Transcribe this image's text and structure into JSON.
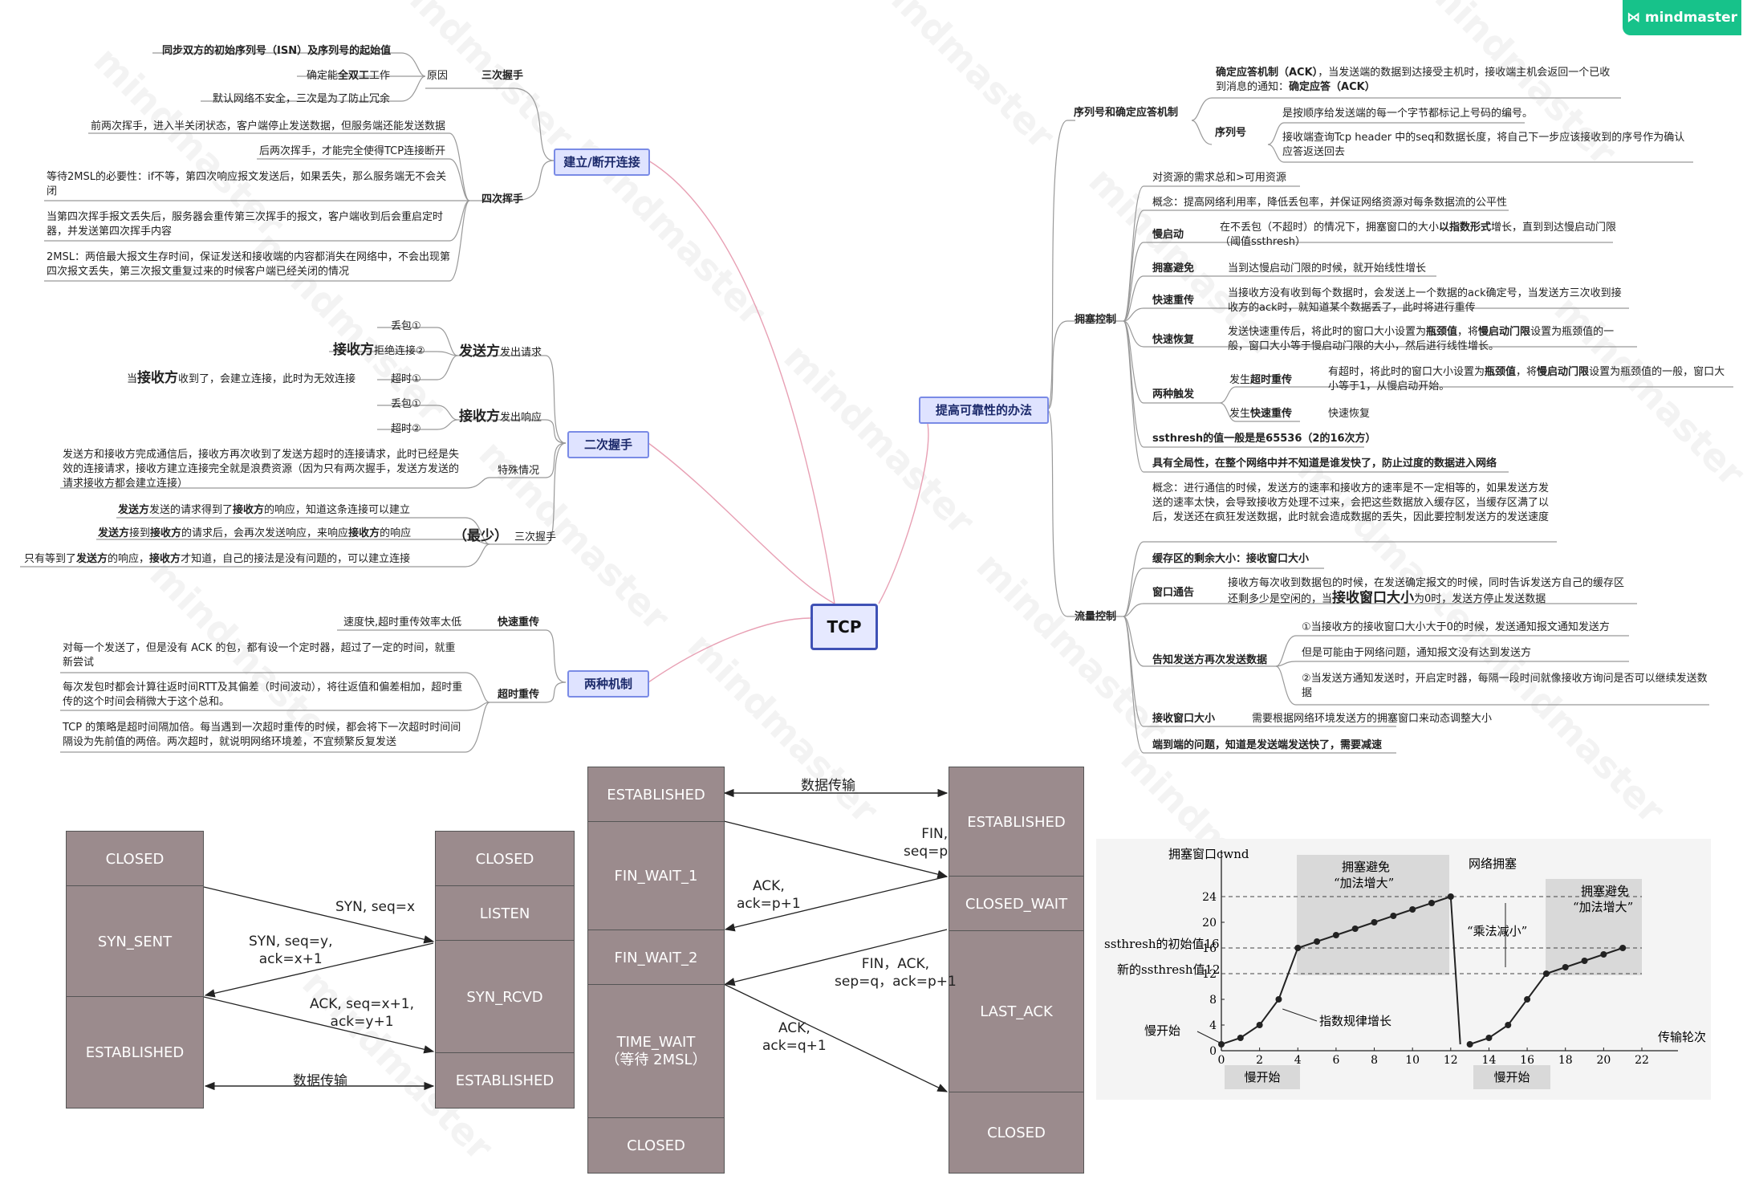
{
  "logo": "mindmaster",
  "watermark": "mindmaster",
  "center": "TCP",
  "topics": {
    "establish": "建立/断开连接",
    "two_way": "二次握手",
    "mech": "两种机制",
    "reliable": "提高可靠性的办法"
  },
  "establish": {
    "three": "三次握手",
    "reason": "原因",
    "r1": "同步双方的初始序列号（ISN）及序列号的起始值",
    "r2a": "确定能",
    "r2b": "全双工",
    "r2c": "工作",
    "r3": "默认网络不安全，三次是为了防止冗余",
    "four": "四次挥手",
    "f1": "前两次挥手，进入半关闭状态，客户端停止发送数据，但服务端还能发送数据",
    "f2": "后两次挥手，才能完全使得TCP连接断开",
    "f3": "等待2MSL的必要性：if不等，第四次响应报文发送后，如果丢失，那么服务端无不会关闭",
    "f4": "当第四次挥手报文丢失后，服务器会重传第三次挥手的报文，客户端收到后会重启定时器，并发送第四次挥手内容",
    "f5": "2MSL：两倍最大报文生存时间，保证发送和接收端的内容都消失在网络中，不会出现第四次报文丢失，第三次报文重复过来的时候客户端已经关闭的情况"
  },
  "two_way": {
    "sender_a": "发送方",
    "sender_b": "发出请求",
    "lost1": "丢包①",
    "refuse_a": "接收方",
    "refuse_b": "拒绝连接②",
    "timeout_a": "当",
    "timeout_b": "接收方",
    "timeout_c": "收到了，会建立连接，此时为无效连接",
    "timeout1": "超时①",
    "lost2": "丢包①",
    "timeout2": "超时②",
    "receiver_a": "接收方",
    "receiver_b": "发出响应",
    "special": "特殊情况",
    "special_text": "发送方和接收方完成通信后，接收方再次收到了发送方超时的连接请求，此时已经是失效的连接请求，接收方建立连接完全就是浪费资源（因为只有两次握手，发送方发送的请求接收方都会建立连接）",
    "least": "（最少）",
    "three": "三次握手",
    "t1a": "发送方",
    "t1b": "发送的请求得到了",
    "t1c": "接收方",
    "t1d": "的响应，知道这条连接可以建立",
    "t2a": "发送方",
    "t2b": "接到",
    "t2c": "接收方",
    "t2d": "的请求后，会再次发送响应，来响应",
    "t2e": "接收方",
    "t2f": "的响应",
    "t3a": "只有等到了",
    "t3b": "发送方",
    "t3c": "的响应，",
    "t3d": "接收方",
    "t3e": "才知道，自己的接法是没有问题的，可以建立连接"
  },
  "mech": {
    "fast": "快速重传",
    "fast_text": "速度快,超时重传效率太低",
    "timeout": "超时重传",
    "m1": "对每一个发送了，但是没有 ACK 的包，都有设一个定时器，超过了一定的时间，就重新尝试",
    "m2": "每次发包时都会计算往返时间RTT及其偏差（时间波动），将往返值和偏差相加，超时重传的这个时间会稍微大于这个总和。",
    "m3": "TCP 的策略是超时间隔加倍。每当遇到一次超时重传的时候，都会将下一次超时时间间隔设为先前值的两倍。两次超时，就说明网络环境差，不宜频繁反复发送"
  },
  "reliable": {
    "seq_ack": "序列号和确定应答机制",
    "ack_a": "确定应答机制（ACK）",
    "ack_b": "，当发送端的数据到达接受主机时，接收端主机会返回一个已收到消息的通知：",
    "ack_c": "确定应答（ACK）",
    "seqno": "序列号",
    "seq1": "是按顺序给发送端的每一个字节都标记上号码的编号。",
    "seq2": "接收端查询Tcp header 中的seq和数据长度，将自己下一步应该接收到的序号作为确认应答返送回去",
    "congestion": "拥塞控制",
    "c0": "对资源的需求总和>可用资源",
    "c1": "概念：提高网络利用率，降低丢包率，并保证网络资源对每条数据流的公平性",
    "slow": "慢启动",
    "slow_a": "在不丢包（不超时）的情况下，拥塞窗口的大小",
    "slow_b": "以指数形式",
    "slow_c": "增长，直到到达慢启动门限（阈值ssthresh）",
    "avoid": "拥塞避免",
    "avoid_text": "当到达慢启动门限的时候，就开始线性增长",
    "fr": "快速重传",
    "fr_text": "当接收方没有收到每个数据时，会发送上一个数据的ack确定号，当发送方三次收到接收方的ack时，就知道某个数据丢了，此时将进行重传",
    "frec": "快速恢复",
    "frec_a": "发送快速重传后，将此时的窗口大小设置为",
    "frec_b": "瓶颈值",
    "frec_c": "，将",
    "frec_d": "慢启动门限",
    "frec_e": "设置为瓶颈值的一般，窗口大小等于慢启动门限的大小，然后进行线性增长。",
    "two_trig": "两种触发",
    "tt1a": "发生",
    "tt1b": "超时重传",
    "tt1_text_a": "有超时，将此时的窗口大小设置为",
    "tt1_text_b": "瓶颈值",
    "tt1_text_c": "，将",
    "tt1_text_d": "慢启动门限",
    "tt1_text_e": "设置为瓶颈值的一般，窗口大小等于1，从慢启动开始。",
    "tt2a": "发生",
    "tt2b": "快速重传",
    "tt2_text": "快速恢复",
    "ssth": "ssthresh的值一般是是65536（2的16次方）",
    "global": "具有全局性，在整个网络中并不知道是谁发快了，防止过度的数据进入网络",
    "flow": "流量控制",
    "flow_concept": "概念：进行通信的时候，发送方的速率和接收方的速率是不一定相等的，如果发送方发送的速率太快，会导致接收方处理不过来，会把这些数据放入缓存区，当缓存区满了以后，发送还在疯狂发送数据，此时就会造成数据的丢失，因此要控制发送方的发送速度",
    "buf": "缓存区的剩余大小：接收窗口大小",
    "ann": "窗口通告",
    "ann_a": "接收方每次收到数据包的时候，在发送确定报文的时候，同时告诉发送方自己的缓存区还剩多少是空闲的，当",
    "ann_b": "接收窗口大小",
    "ann_c": "为0时，发送方停止发送数据",
    "notify": "告知发送方再次发送数据",
    "n1": "①当接收方的接收窗口大小大于0的时候，发送通知报文通知发送方",
    "n2": "但是可能由于网络问题，通知报文没有达到发送方",
    "n3": "②当发送方通知发送时，开启定时器，每隔一段时间就像接收方询问是否可以继续发送数据",
    "rwnd": "接收窗口大小",
    "rwnd_text": "需要根据网络环境发送方的拥塞窗口来动态调整大小",
    "e2e": "端到端的问题，知道是发送端发送快了，需要减速"
  },
  "handshake": {
    "client_states": [
      "CLOSED",
      "SYN_SENT",
      "ESTABLISHED"
    ],
    "server_states": [
      "CLOSED",
      "LISTEN",
      "SYN_RCVD",
      "ESTABLISHED"
    ],
    "msg1": "SYN, seq=x",
    "msg2a": "SYN, seq=y,",
    "msg2b": "ack=x+1",
    "msg3a": "ACK, seq=x+1,",
    "msg3b": "ack=y+1",
    "data": "数据传输"
  },
  "teardown": {
    "left_states": [
      "ESTABLISHED",
      "FIN_WAIT_1",
      "FIN_WAIT_2",
      "TIME_WAIT",
      "（等待 2MSL）",
      "CLOSED"
    ],
    "right_states": [
      "ESTABLISHED",
      "CLOSED_WAIT",
      "LAST_ACK",
      "CLOSED"
    ],
    "data": "数据传输",
    "fin1a": "FIN,",
    "fin1b": "seq=p",
    "ack1a": "ACK,",
    "ack1b": "ack=p+1",
    "fin2a": "FIN，ACK,",
    "fin2b": "sep=q，ack=p+1",
    "ack2a": "ACK,",
    "ack2b": "ack=q+1"
  },
  "chart_data": {
    "type": "line",
    "ylabel": "拥塞窗口cwnd",
    "xlabel": "传输轮次",
    "x_ticks": [
      0,
      2,
      4,
      6,
      8,
      10,
      12,
      14,
      16,
      18,
      20,
      22
    ],
    "y_ticks": [
      0,
      4,
      8,
      12,
      16,
      20,
      24
    ],
    "xlim": [
      0,
      22
    ],
    "ylim": [
      0,
      28
    ],
    "series": [
      {
        "x": [
          0,
          1,
          2,
          3,
          4,
          5,
          6,
          7,
          8,
          9,
          10,
          11,
          12,
          13,
          14,
          15,
          16,
          17,
          18,
          19,
          20,
          21
        ],
        "y": [
          1,
          2,
          4,
          8,
          16,
          17,
          18,
          19,
          20,
          21,
          22,
          23,
          24,
          1,
          2,
          4,
          8,
          12,
          13,
          14,
          15,
          16
        ]
      }
    ],
    "annotations": {
      "avoid1a": "拥塞避免",
      "avoid1b": "“加法增大”",
      "congest": "网络拥塞",
      "avoid2a": "拥塞避免",
      "avoid2b": "“加法增大”",
      "mult": "“乘法减小”",
      "ss_init": "ssthresh的初始值16",
      "ss_new": "新的ssthresh值12",
      "exp": "指数规律增长",
      "slow_label": "慢开始",
      "slow1": "慢开始",
      "slow2": "慢开始"
    }
  }
}
